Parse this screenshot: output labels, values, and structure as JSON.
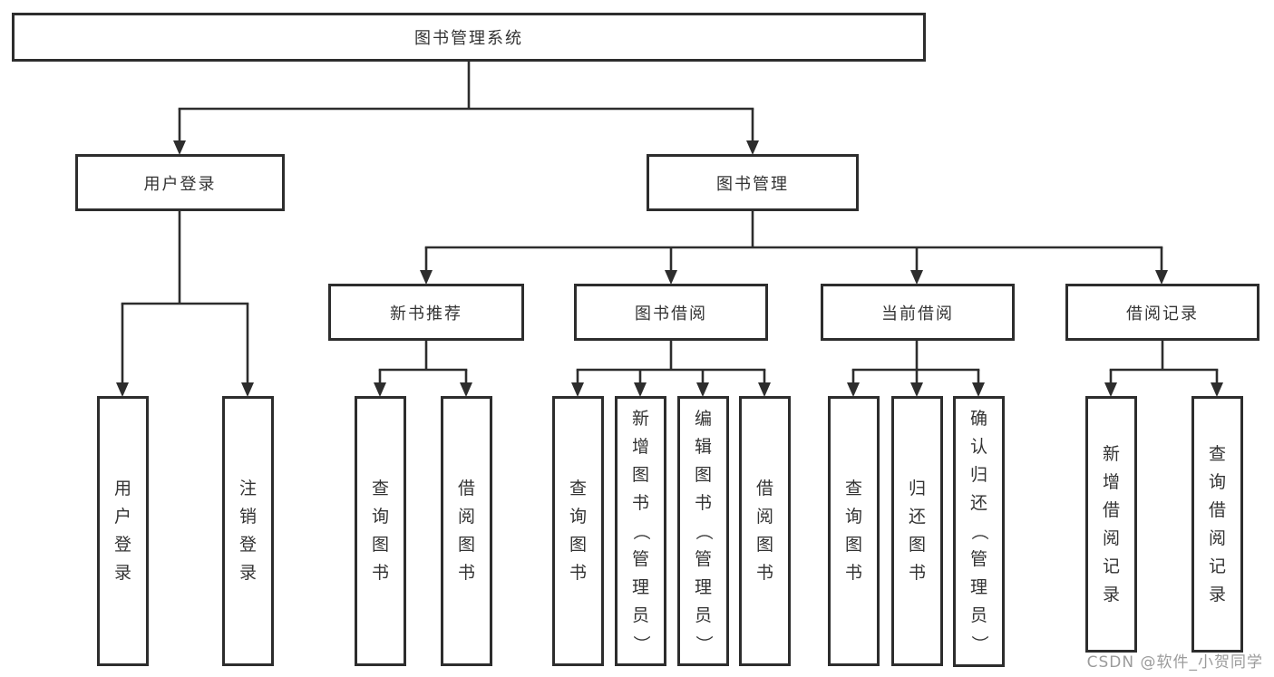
{
  "diagram": {
    "root": {
      "label": "图书管理系统"
    },
    "level2": [
      {
        "label": "用户登录"
      },
      {
        "label": "图书管理"
      }
    ],
    "level3": [
      {
        "label": "新书推荐"
      },
      {
        "label": "图书借阅"
      },
      {
        "label": "当前借阅"
      },
      {
        "label": "借阅记录"
      }
    ],
    "leaves": [
      {
        "label": "用户登录"
      },
      {
        "label": "注销登录"
      },
      {
        "label": "查询图书"
      },
      {
        "label": "借阅图书"
      },
      {
        "label": "查询图书"
      },
      {
        "label": "新增图书（管理员）"
      },
      {
        "label": "编辑图书（管理员）"
      },
      {
        "label": "借阅图书"
      },
      {
        "label": "查询图书"
      },
      {
        "label": "归还图书"
      },
      {
        "label": "确认归还（管理员）"
      },
      {
        "label": "新增借阅记录"
      },
      {
        "label": "查询借阅记录"
      }
    ]
  },
  "watermark": {
    "text": "CSDN @软件_小贺同学"
  },
  "colors": {
    "line": "#2d2d2d",
    "text": "#333333",
    "watermark": "#9b9b9b",
    "background": "#ffffff"
  }
}
